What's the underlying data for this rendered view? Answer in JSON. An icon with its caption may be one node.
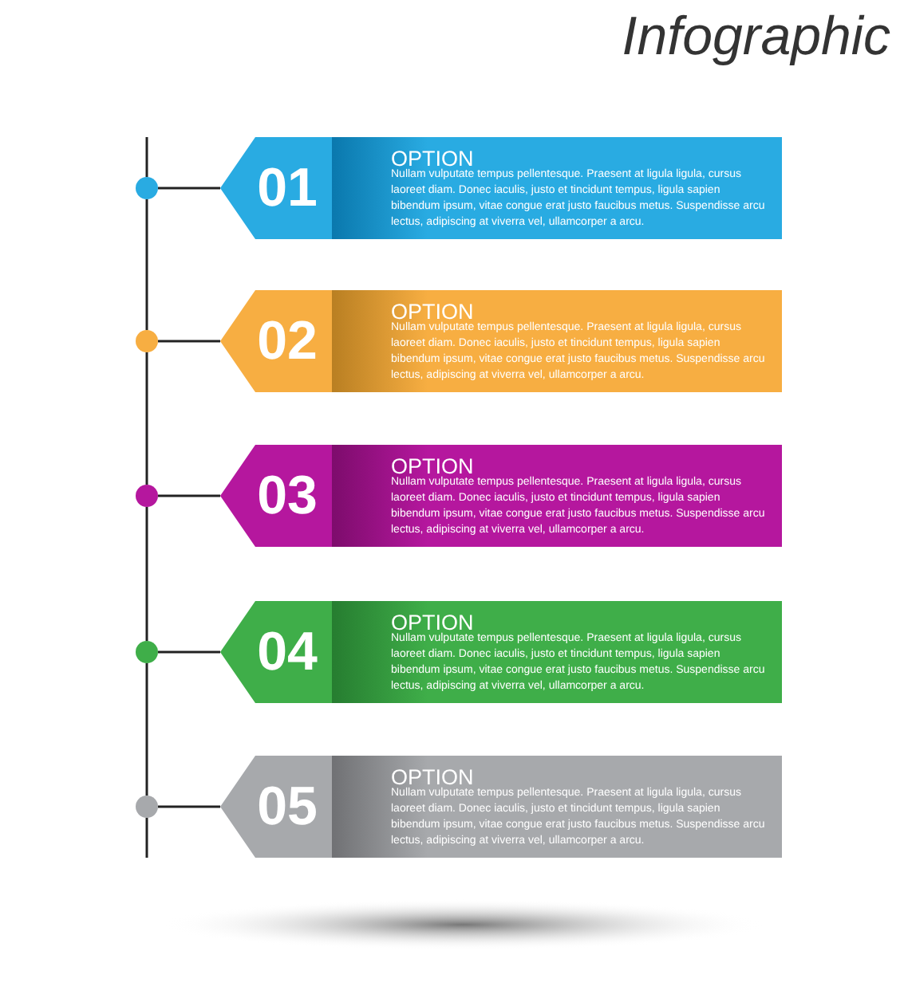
{
  "diagram": {
    "title": "Infographic",
    "nodes": [
      {
        "text": [],
        "shape": "circle"
      },
      {
        "text": [
          "01",
          "OPTION",
          "Nullam vulputate tempus pellentesque. Praesent at ligula ligula, cursus laoreet diam. Donec iaculis, justo et tincidunt tempus, ligula sapien bibendum ipsum, vitae congue erat justo faucibus metus. Suspendisse arcu lectus, adipiscing at viverra vel, ullamcorper a arcu."
        ]
      },
      {
        "text": [],
        "shape": "circle"
      },
      {
        "text": [
          "02",
          "OPTION",
          "Nullam vulputate tempus pellentesque. Praesent at ligula ligula, cursus laoreet diam. Donec iaculis, justo et tincidunt tempus, ligula sapien bibendum ipsum, vitae congue erat justo faucibus metus. Suspendisse arcu lectus, adipiscing at viverra vel, ullamcorper a arcu."
        ]
      },
      {
        "text": [],
        "shape": "circle"
      },
      {
        "text": [
          "03",
          "OPTION",
          "Nullam vulputate tempus pellentesque. Praesent at ligula ligula, cursus laoreet diam. Donec iaculis, justo et tincidunt tempus, ligula sapien bibendum ipsum, vitae congue erat justo faucibus metus. Suspendisse arcu lectus, adipiscing at viverra vel, ullamcorper a arcu."
        ]
      },
      {
        "text": [],
        "shape": "circle"
      },
      {
        "text": [
          "04",
          "OPTION",
          "Nullam vulputate tempus pellentesque. Praesent at ligula ligula, cursus laoreet diam. Donec iaculis, justo et tincidunt tempus, ligula sapien bibendum ipsum, vitae congue erat justo faucibus metus. Suspendisse arcu lectus, adipiscing at viverra vel, ullamcorper a arcu."
        ]
      },
      {
        "text": [],
        "shape": "circle"
      },
      {
        "text": [
          "05",
          "OPTION",
          "Nullam vulputate tempus pellentesque. Praesent at ligula ligula, cursus laoreet diam. Donec iaculis, justo et tincidunt tempus, ligula sapien bibendum ipsum, vitae congue erat justo faucibus metus. Suspendisse arcu lectus, adipiscing at viverra vel, ullamcorper a arcu."
        ]
      }
    ],
    "edges": [
      {
        "from": 0,
        "to": 1,
        "arrow": "none"
      },
      {
        "from": 2,
        "to": 3,
        "arrow": "none"
      },
      {
        "from": 4,
        "to": 5,
        "arrow": "none"
      },
      {
        "from": 6,
        "to": 7,
        "arrow": "none"
      },
      {
        "from": 8,
        "to": 9,
        "arrow": "none"
      },
      {
        "from": 0,
        "to": 2,
        "arrow": "none"
      },
      {
        "from": 2,
        "to": 4,
        "arrow": "none"
      },
      {
        "from": 4,
        "to": 6,
        "arrow": "none"
      },
      {
        "from": 6,
        "to": 8,
        "arrow": "none"
      }
    ]
  }
}
